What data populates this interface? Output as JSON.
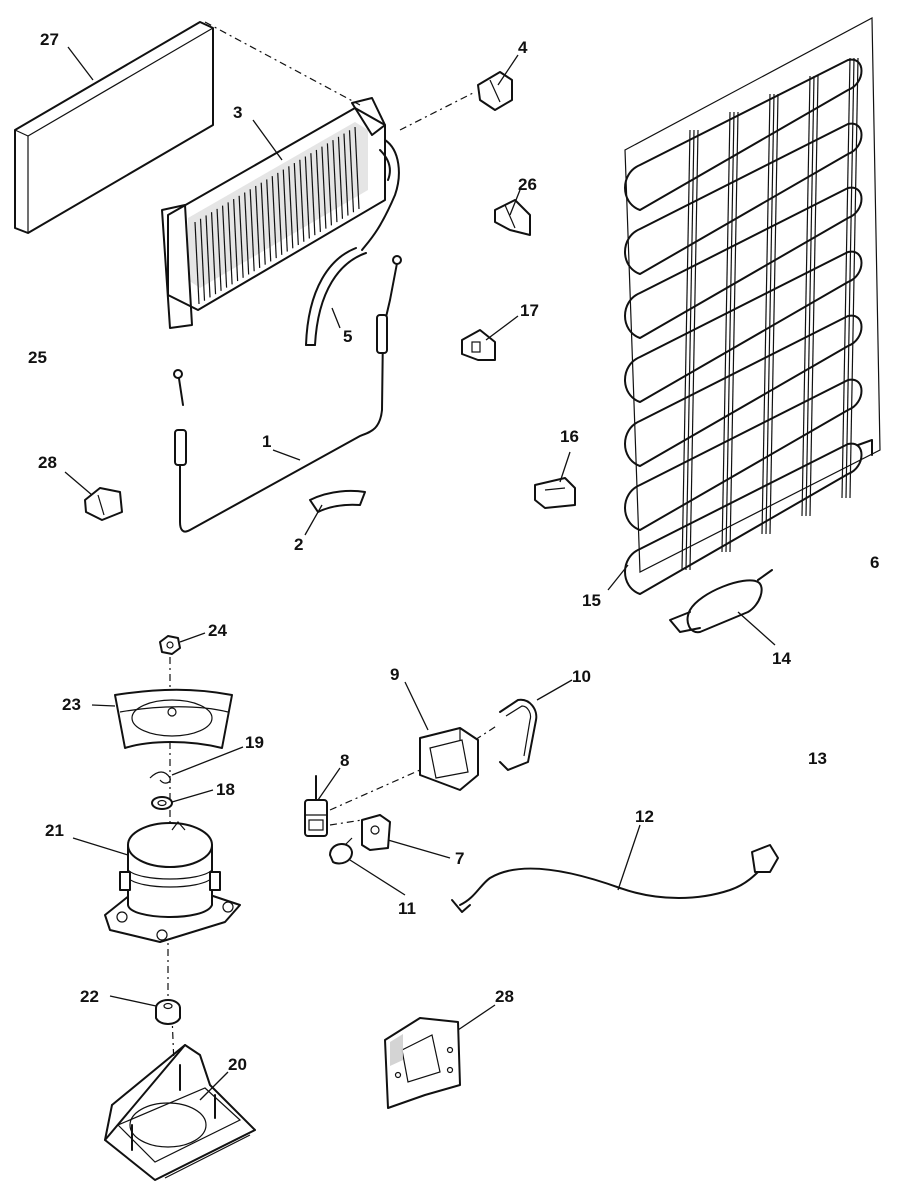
{
  "colors": {
    "ink": "#111111",
    "background": "#ffffff",
    "shade": "#cfcfcf"
  },
  "labels": {
    "p27": "27",
    "p4": "4",
    "p3": "3",
    "p26": "26",
    "p5": "5",
    "p17": "17",
    "p25": "25",
    "p16": "16",
    "p1": "1",
    "p28a": "28",
    "p2": "2",
    "p15": "15",
    "p6": "6",
    "p14": "14",
    "p24": "24",
    "p9": "9",
    "p10": "10",
    "p23": "23",
    "p19": "19",
    "p13": "13",
    "p8": "8",
    "p18": "18",
    "p21": "21",
    "p12": "12",
    "p7": "7",
    "p11": "11",
    "p22": "22",
    "p28b": "28",
    "p20": "20"
  }
}
